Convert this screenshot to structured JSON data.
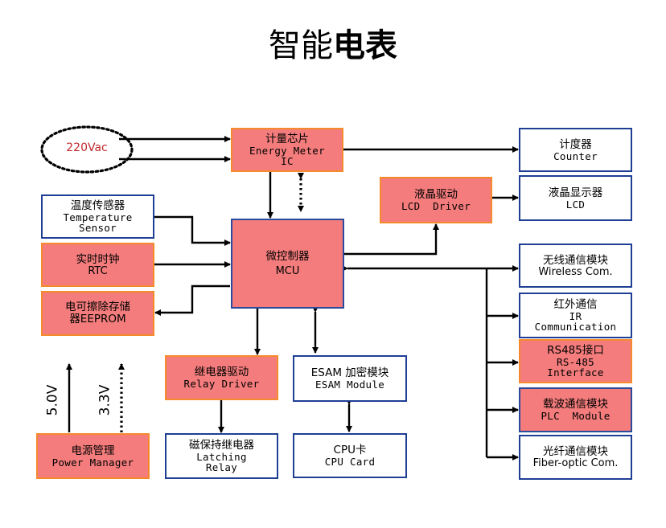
{
  "title": {
    "normal": "智能",
    "bold": "电表"
  },
  "source": {
    "label": "220Vac"
  },
  "voltages": {
    "v5": "5.0V",
    "v33": "3.3V"
  },
  "blocks": {
    "energy_meter": {
      "zh": "计量芯片",
      "en1": "Energy Meter",
      "en2": "IC"
    },
    "counter": {
      "zh": "计度器",
      "en1": "Counter"
    },
    "lcd_driver": {
      "zh": "液晶驱动",
      "en1": "LCD  Driver"
    },
    "lcd": {
      "zh": "液晶显示器",
      "en1": "LCD"
    },
    "temp_sensor": {
      "zh": "温度传感器",
      "en1": "Temperature",
      "en2": "Sensor"
    },
    "rtc": {
      "zh": "实时时钟",
      "en1": "RTC"
    },
    "eeprom": {
      "zh": "电可擦除存储",
      "en1": "器EEPROM"
    },
    "mcu": {
      "zh": "微控制器",
      "en1": "MCU"
    },
    "relay_driver": {
      "zh": "继电器驱动",
      "en1": "Relay Driver"
    },
    "latching_relay": {
      "zh": "磁保持继电器",
      "en1": "Latching",
      "en2": "Relay"
    },
    "esam": {
      "zh": "ESAM 加密模块",
      "en1": "ESAM Module"
    },
    "cpu_card": {
      "zh": "CPU卡",
      "en1": "CPU Card"
    },
    "power_manager": {
      "zh": "电源管理",
      "en1": "Power Manager"
    },
    "wireless": {
      "zh": "无线通信模块",
      "en1": "Wireless Com."
    },
    "ir": {
      "zh": "红外通信",
      "en1": "IR",
      "en2": "Communication"
    },
    "rs485": {
      "zh": "RS485接口",
      "en1": "RS-485",
      "en2": "Interface"
    },
    "plc": {
      "zh": "载波通信模块",
      "en1": "PLC  Module"
    },
    "fiber": {
      "zh": "光纤通信模块",
      "en1": "Fiber-optic Com."
    }
  },
  "colors": {
    "block_fill": "#f47c7c",
    "block_border_orange": "#f58a2c",
    "block_border_blue": "#1f3f95",
    "ac_text": "#c0282b"
  }
}
